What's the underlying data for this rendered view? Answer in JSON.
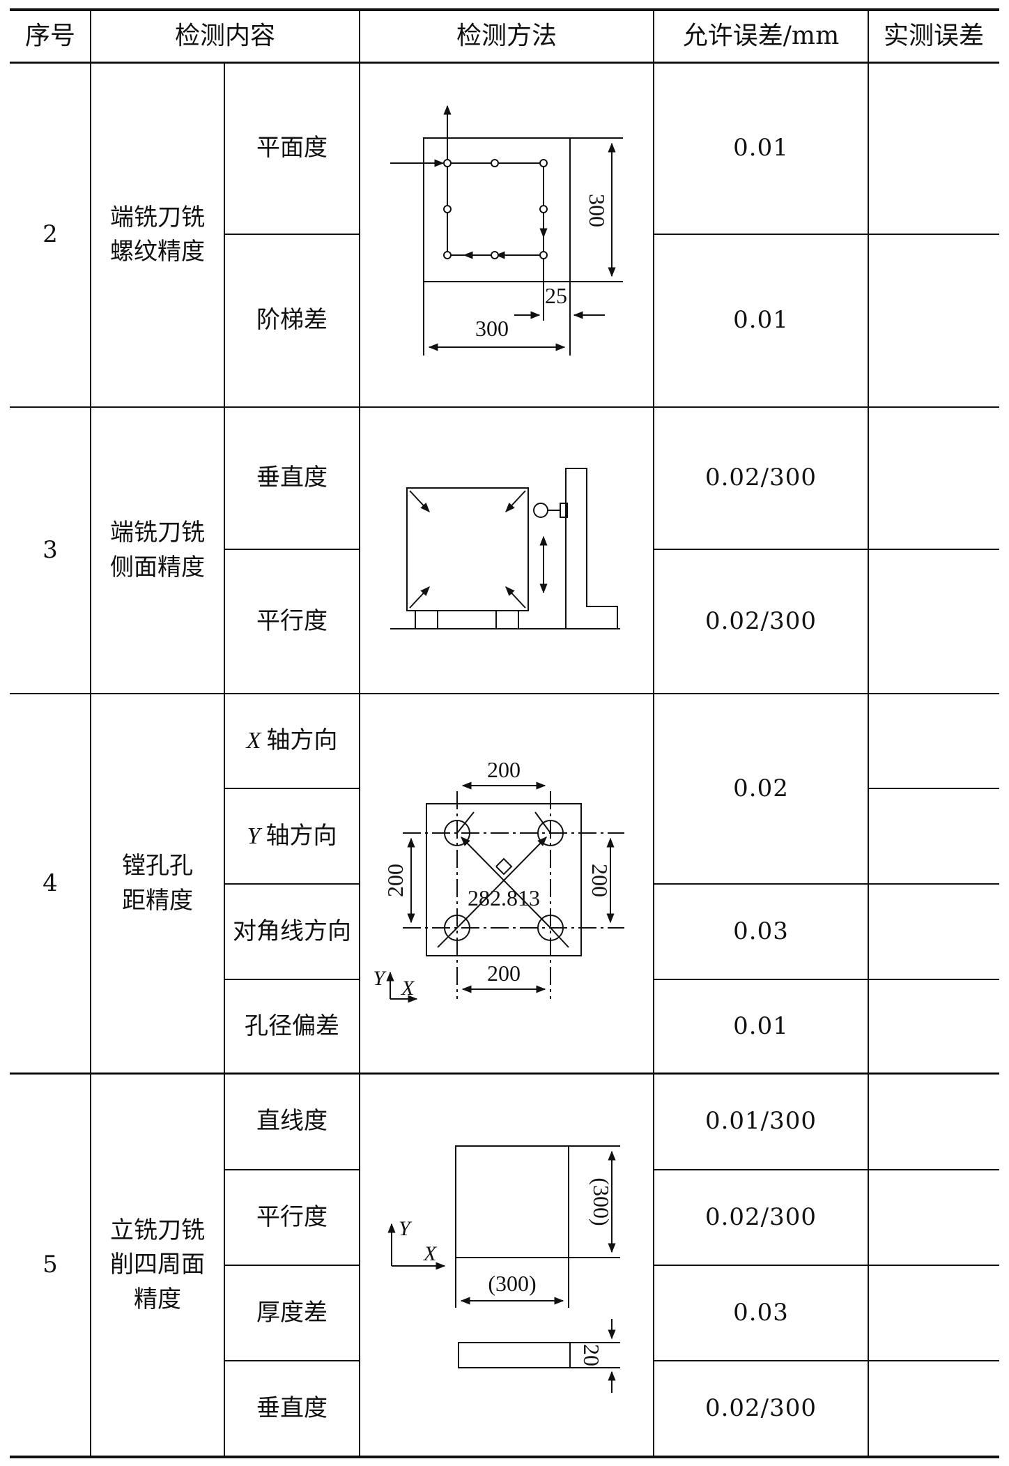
{
  "header": {
    "col_index": "序号",
    "col_content": "检测内容",
    "col_method": "检测方法",
    "col_tolerance": "允许误差/mm",
    "col_measured": "实测误差"
  },
  "rows": [
    {
      "index": "2",
      "content": "端铣刀铣\n螺纹精度",
      "items": [
        {
          "name": "平面度",
          "tolerance": "0.01"
        },
        {
          "name": "阶梯差",
          "tolerance": "0.01"
        }
      ],
      "figure_dims": {
        "height": "300",
        "width": "300",
        "step": "25"
      }
    },
    {
      "index": "3",
      "content": "端铣刀铣\n侧面精度",
      "items": [
        {
          "name": "垂直度",
          "tolerance": "0.02/300"
        },
        {
          "name": "平行度",
          "tolerance": "0.02/300"
        }
      ]
    },
    {
      "index": "4",
      "content": "镗孔孔\n距精度",
      "items": [
        {
          "name_axis": "X",
          "name": "轴方向"
        },
        {
          "name_axis": "Y",
          "name": "轴方向"
        },
        {
          "name": "对角线方向"
        },
        {
          "name": "孔径偏差"
        }
      ],
      "tolerances": [
        "0.02",
        "0.03",
        "0.01"
      ],
      "figure_dims": {
        "top": "200",
        "left": "200",
        "right": "200",
        "bottom": "200",
        "diagonal": "282.813",
        "axis_y": "Y",
        "axis_x": "X"
      }
    },
    {
      "index": "5",
      "content": "立铣刀铣\n削四周面\n精度",
      "items": [
        {
          "name": "直线度",
          "tolerance": "0.01/300"
        },
        {
          "name": "平行度",
          "tolerance": "0.02/300"
        },
        {
          "name": "厚度差",
          "tolerance": "0.03"
        },
        {
          "name": "垂直度",
          "tolerance": "0.02/300"
        }
      ],
      "figure_dims": {
        "height": "(300)",
        "width": "(300)",
        "thickness": "20",
        "axis_y": "Y",
        "axis_x": "X"
      }
    }
  ]
}
